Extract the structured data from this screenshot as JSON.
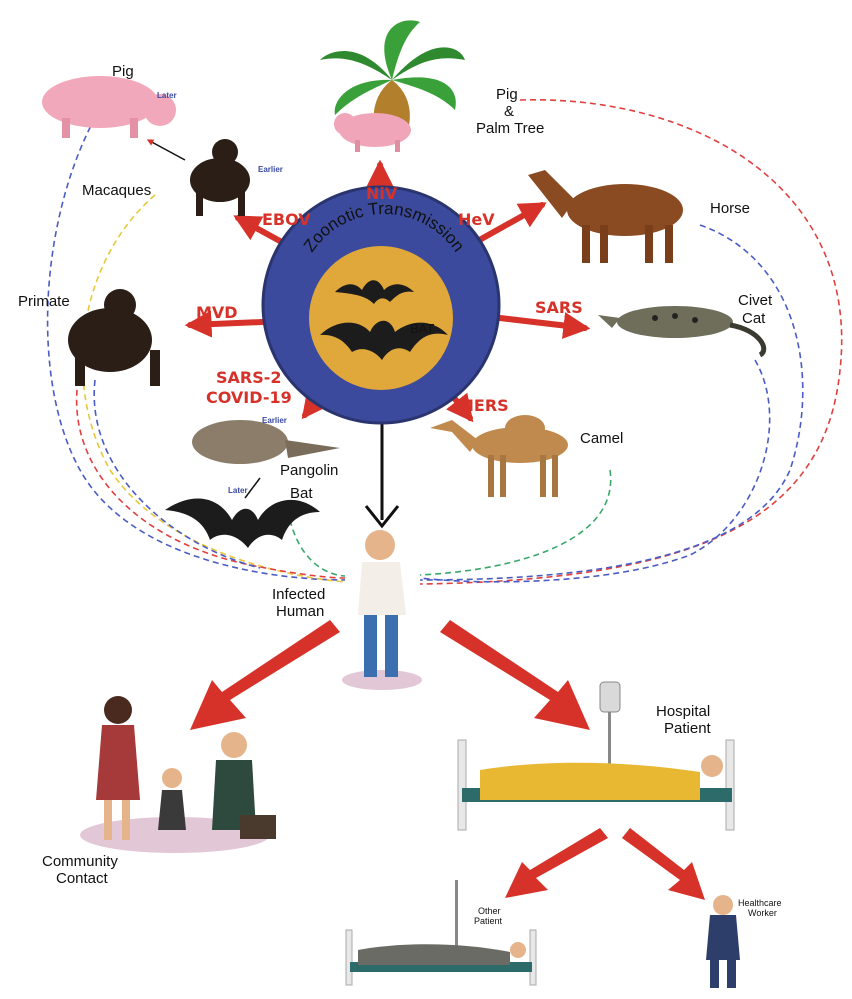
{
  "hub": {
    "arc_text": "Zoonotic Transmission",
    "center_label": "BAT"
  },
  "viruses": {
    "niv": "NiV",
    "hev": "HeV",
    "ebov": "EBOV",
    "sars": "SARS",
    "mvd": "MVD",
    "mers": "MERS",
    "sars2_line1": "SARS-2",
    "sars2_line2": "COVID-19"
  },
  "animals": {
    "pig": "Pig",
    "pig_palm_1": "Pig",
    "pig_palm_2": "&",
    "pig_palm_3": "Palm Tree",
    "macaques": "Macaques",
    "horse": "Horse",
    "civet_1": "Civet",
    "civet_2": "Cat",
    "primate": "Primate",
    "camel": "Camel",
    "pangolin": "Pangolin",
    "bat": "Bat"
  },
  "tags": {
    "pig_later": "Later",
    "macaque_earlier": "Earlier",
    "pangolin_earlier": "Earlier",
    "bat_later": "Later"
  },
  "humans": {
    "infected_1": "Infected",
    "infected_2": "Human",
    "community_1": "Community",
    "community_2": "Contact",
    "hospital_1": "Hospital",
    "hospital_2": "Patient",
    "other_1": "Other",
    "other_2": "Patient",
    "hcw_1": "Healthcare",
    "hcw_2": "Worker"
  },
  "colors": {
    "arrow_red": "#d6322a",
    "hub_ring": "#3b4a9c",
    "hub_core": "#e0a83a",
    "bat_dark": "#1c1c1c",
    "dash_blue": "#4a5cc4",
    "dash_red": "#e04040",
    "dash_yellow": "#e8c83a",
    "dash_green": "#3aa86a"
  }
}
